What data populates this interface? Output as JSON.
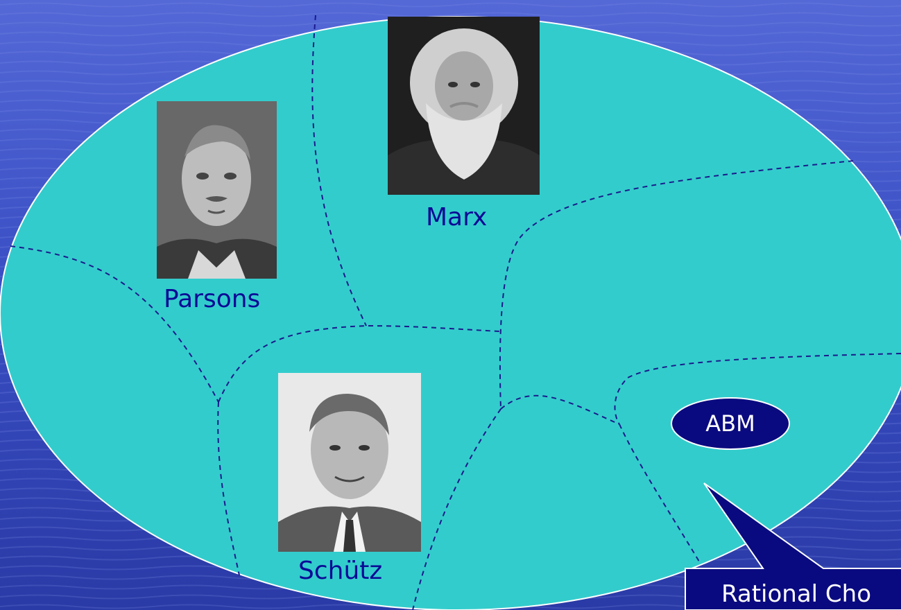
{
  "slide": {
    "colors": {
      "background_top": "#4a5fd0",
      "background_bottom": "#2a3aa6",
      "ellipse_fill": "#33cccc",
      "region_border": "#1a1a8c",
      "label_text": "#0a0a96",
      "abm_fill": "#0a0a80",
      "callout_fill": "#0a0a80"
    }
  },
  "portraits": {
    "parsons": {
      "label": "Parsons",
      "icon": "portrait-photo-icon"
    },
    "marx": {
      "label": "Marx",
      "icon": "portrait-photo-icon"
    },
    "schutz": {
      "label": "Schütz",
      "icon": "portrait-photo-icon"
    }
  },
  "abm": {
    "label": "ABM"
  },
  "callout": {
    "label": "Rational Cho"
  }
}
